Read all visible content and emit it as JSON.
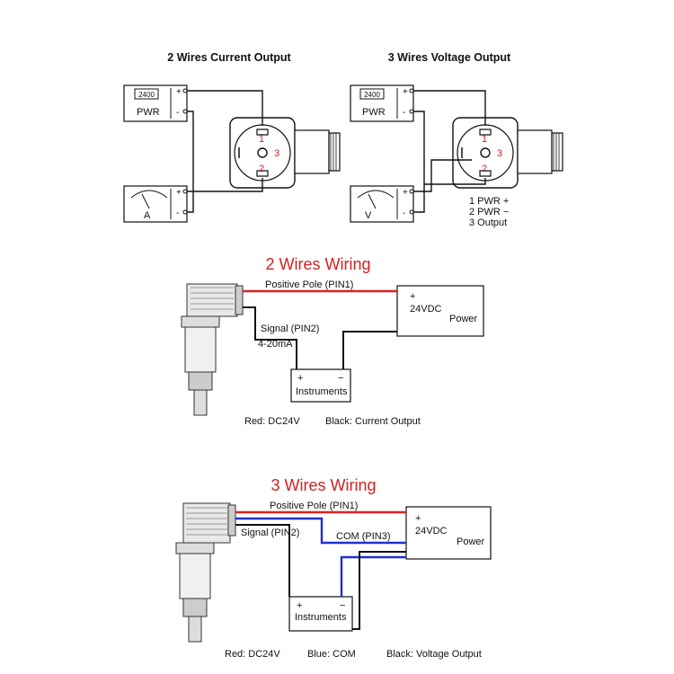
{
  "top_left": {
    "title": "2 Wires Current Output",
    "pwr_display": "2400",
    "pwr_label": "PWR",
    "plus": "+",
    "minus": "-",
    "meter_label": "A",
    "pin1": "1",
    "pin2": "2",
    "pin3": "3"
  },
  "top_right": {
    "title": "3 Wires Voltage Output",
    "pwr_display": "2400",
    "pwr_label": "PWR",
    "plus": "+",
    "minus": "-",
    "meter_label": "V",
    "pin1": "1",
    "pin2": "2",
    "pin3": "3",
    "legend": [
      "1 PWR +",
      "2 PWR −",
      "3 Output"
    ]
  },
  "wiring2": {
    "title": "2 Wires Wiring",
    "positive": "Positive Pole (PIN1)",
    "signal": "Signal (PIN2)",
    "range": "4-20mA",
    "power_plus": "+",
    "power_voltage": "24VDC",
    "power_label": "Power",
    "inst_plus": "+",
    "inst_minus": "−",
    "inst_label": "Instruments",
    "note_red": "Red: DC24V",
    "note_black": "Black: Current Output"
  },
  "wiring3": {
    "title": "3 Wires Wiring",
    "positive": "Positive Pole (PIN1)",
    "signal": "Signal (PIN2)",
    "com": "COM (PIN3)",
    "power_plus": "+",
    "power_voltage": "24VDC",
    "power_label": "Power",
    "inst_plus": "+",
    "inst_minus": "−",
    "inst_label": "Instruments",
    "note_red": "Red: DC24V",
    "note_blue": "Blue: COM",
    "note_black": "Black: Voltage Output"
  },
  "colors": {
    "red": "#e02020",
    "blue": "#2030d0",
    "black": "#111111",
    "title_red": "#d42020"
  }
}
